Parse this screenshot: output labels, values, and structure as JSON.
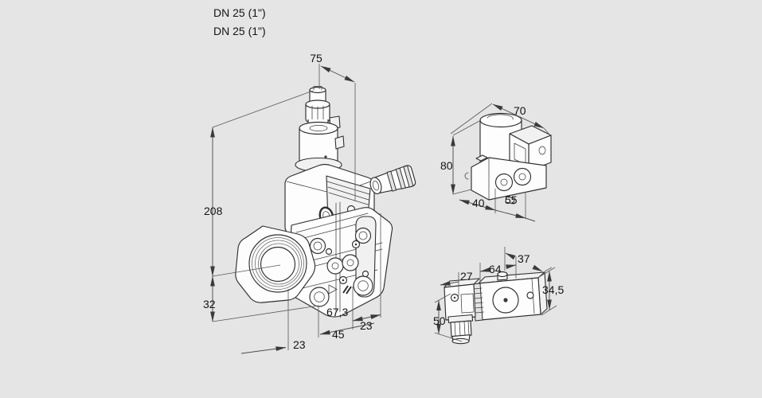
{
  "drawing": {
    "title_line1": "DN 25 (1\")",
    "title_line2": "DN 25 (1\")",
    "background_color": "#e5e5e5",
    "line_color": "#2f2f2f",
    "dim_color": "#4d4d4d"
  },
  "main_view": {
    "name": "valve front isometric view",
    "dims": {
      "top_width": "75",
      "total_height": "208",
      "flange_height": "32",
      "offset_bottom": "23",
      "body_width": "45",
      "offset_right": "23",
      "diagonal_depth": "67,3"
    }
  },
  "top_right_view": {
    "name": "valve rear isometric view",
    "dims": {
      "top_width": "70",
      "height": "80",
      "depth_left": "40",
      "depth_right": "55"
    }
  },
  "bottom_right_view": {
    "name": "actuator side view",
    "dims": {
      "connector_width": "27",
      "body_width": "64",
      "top_depth": "37",
      "body_height": "34,5",
      "connector_height": "50"
    }
  }
}
